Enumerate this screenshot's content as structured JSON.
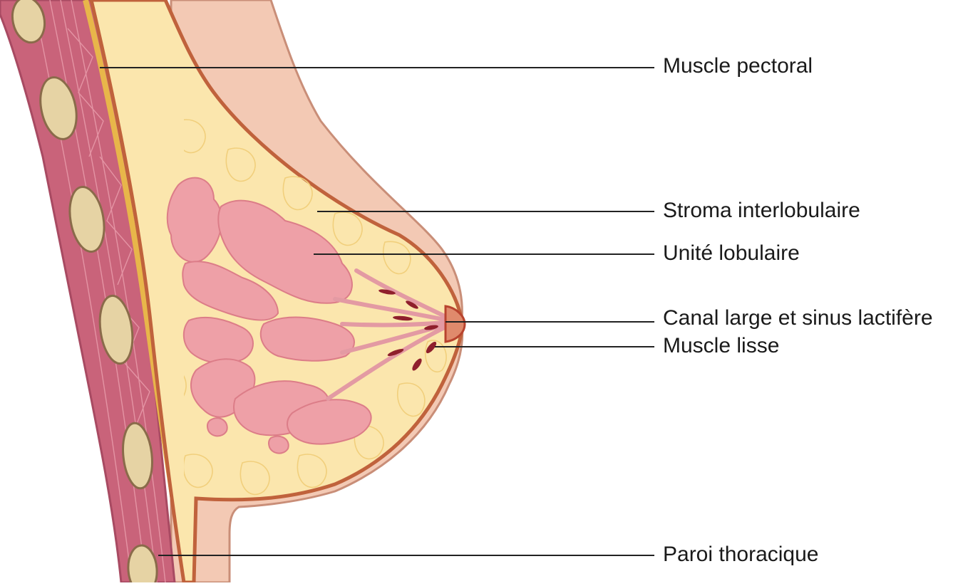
{
  "labels": {
    "pectoral_muscle": "Muscle pectoral",
    "interlobular_stroma": "Stroma interlobulaire",
    "lobular_unit": "Unité lobulaire",
    "large_duct_sinus": "Canal large et sinus lactifère",
    "smooth_muscle": "Muscle lisse",
    "chest_wall": "Paroi thoracique"
  },
  "colors": {
    "skin": "#f3c9b4",
    "skin_outline": "#c98e78",
    "muscle": "#c9637a",
    "muscle_dark": "#a84a62",
    "fat": "#fbe6ad",
    "fat_outline": "#e8b64a",
    "lobule": "#eea0a7",
    "lobule_outline": "#dc7d88",
    "rib": "#e6d3a4",
    "rib_outline": "#8a6b4a",
    "leader_line": "#222222",
    "nipple": "#b8432e"
  }
}
